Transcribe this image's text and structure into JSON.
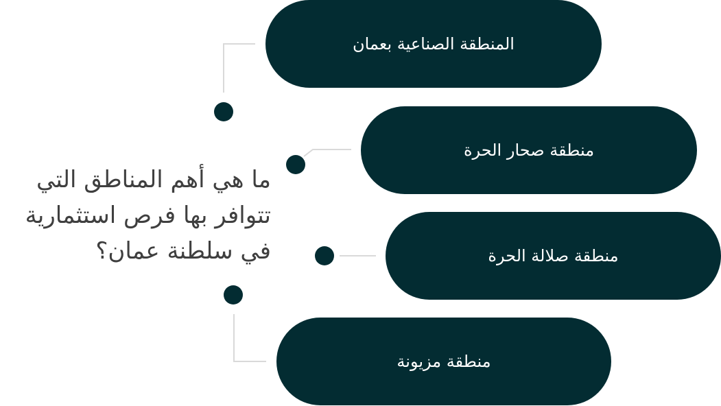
{
  "question": {
    "lines": [
      "ما هي أهم المناطق التي",
      "تتوافر بها فرص استثمارية",
      "في سلطنة عمان؟"
    ]
  },
  "zones": [
    {
      "label": "المنطقة الصناعية بعمان"
    },
    {
      "label": "منطقة صحار الحرة"
    },
    {
      "label": "منطقة صلالة الحرة"
    },
    {
      "label": "منطقة مزيونة"
    }
  ],
  "colors": {
    "pill": "#032c32",
    "connector": "#d9d9d9",
    "question_text": "#3f3f3f",
    "pill_text": "#ffffff"
  }
}
